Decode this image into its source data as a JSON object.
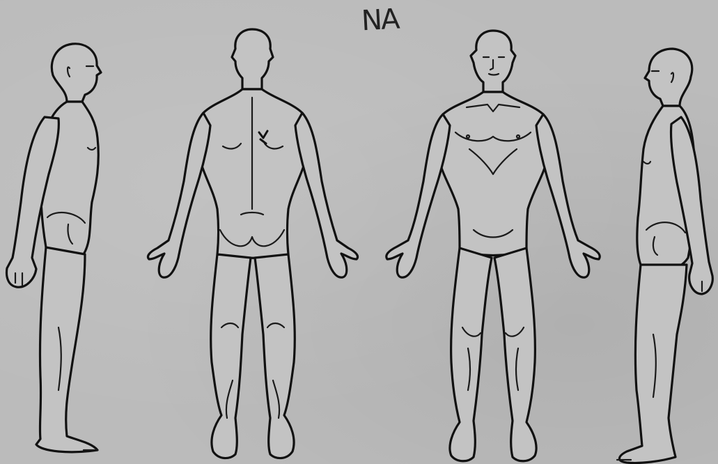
{
  "note": "NA",
  "figures": [
    {
      "view": "left-lateral"
    },
    {
      "view": "posterior"
    },
    {
      "view": "anterior"
    },
    {
      "view": "right-lateral"
    }
  ],
  "colors": {
    "paper": "#bbbbbb",
    "ink": "#111111"
  }
}
